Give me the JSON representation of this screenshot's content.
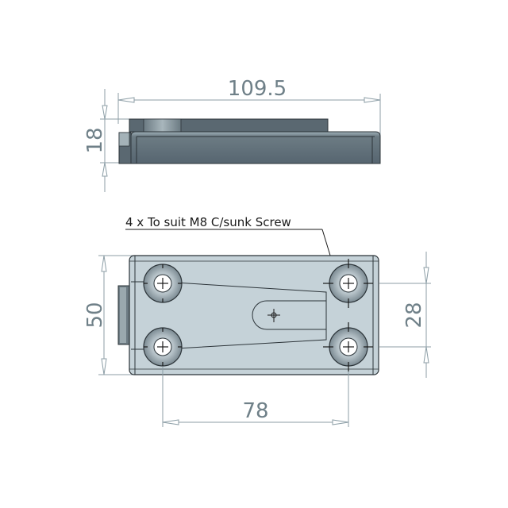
{
  "drawing": {
    "title": "Mounting plate technical drawing",
    "colors": {
      "dim_line": "#8c9ea6",
      "dim_text": "#6f8088",
      "body_dark": "#5f6e76",
      "body_face": "#c5d2d8",
      "body_edge": "#2c3439",
      "countersink": "#8c9aa1",
      "hole": "#ffffff"
    },
    "side_view": {
      "dim_length": "109.5",
      "dim_height": "18"
    },
    "plan_view": {
      "callout": "4 x To suit M8 C/sunk Screw",
      "dim_width": "50",
      "dim_hole_pitch_vertical": "28",
      "dim_hole_pitch_horizontal": "78",
      "hole_count": 4
    }
  }
}
